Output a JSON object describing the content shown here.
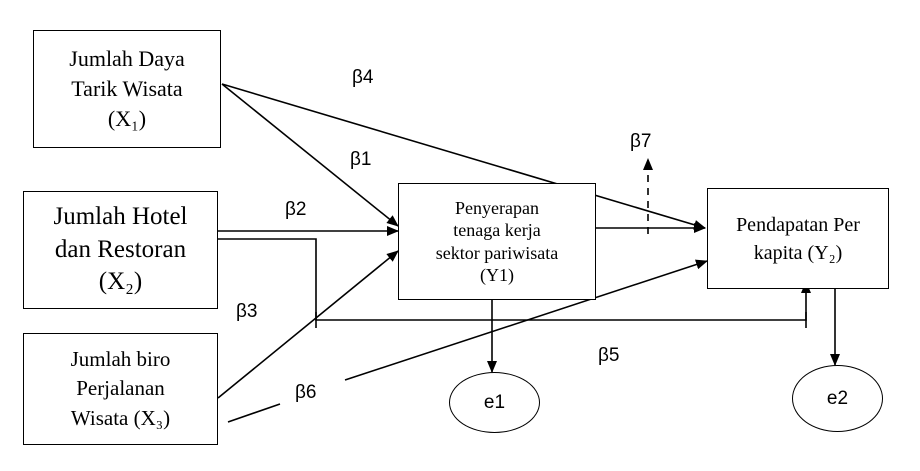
{
  "nodes": {
    "x1": {
      "lines": [
        "Jumlah Daya",
        "Tarik Wisata",
        "(X₁)"
      ]
    },
    "x2": {
      "lines": [
        "Jumlah Hotel",
        "dan Restoran",
        "(X₂)"
      ]
    },
    "x3": {
      "lines": [
        "Jumlah biro",
        "Perjalanan",
        "Wisata (X₃)"
      ]
    },
    "y1": {
      "lines": [
        "Penyerapan",
        "tenaga kerja",
        "sektor pariwisata",
        "(Y1)"
      ]
    },
    "y2": {
      "lines": [
        "Pendapatan Per",
        "kapita (Y₂)"
      ]
    },
    "e1": {
      "label": "e1"
    },
    "e2": {
      "label": "e2"
    }
  },
  "paths": {
    "b1": "β1",
    "b2": "β2",
    "b3": "β3",
    "b4": "β4",
    "b5": "β5",
    "b6": "β6",
    "b7": "β7"
  }
}
